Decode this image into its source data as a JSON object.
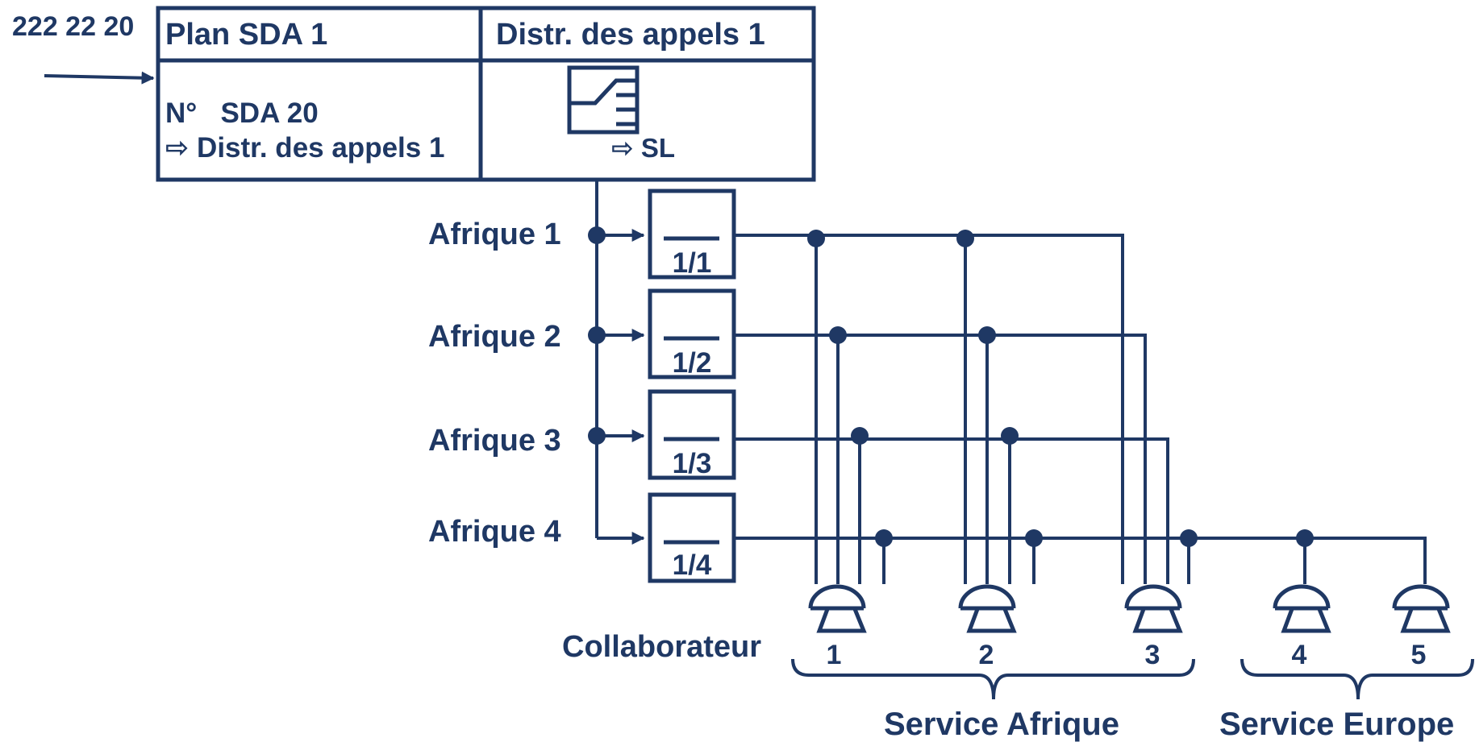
{
  "number": "222 22 20",
  "plan": {
    "title": "Plan SDA 1",
    "sda_label": "N°   SDA 20",
    "target": "⇨ Distr. des appels 1"
  },
  "distribution": {
    "title": "Distr. des appels 1",
    "target": "⇨ SL"
  },
  "groups": [
    {
      "name": "Afrique 1",
      "box": "1/1"
    },
    {
      "name": "Afrique 2",
      "box": "1/2"
    },
    {
      "name": "Afrique 3",
      "box": "1/3"
    },
    {
      "name": "Afrique 4",
      "box": "1/4"
    }
  ],
  "collaborateur_label": "Collaborateur",
  "phones": [
    "1",
    "2",
    "3",
    "4",
    "5"
  ],
  "services": [
    "Service Afrique",
    "Service Europe"
  ],
  "colors": {
    "ink": "#1f3864"
  }
}
